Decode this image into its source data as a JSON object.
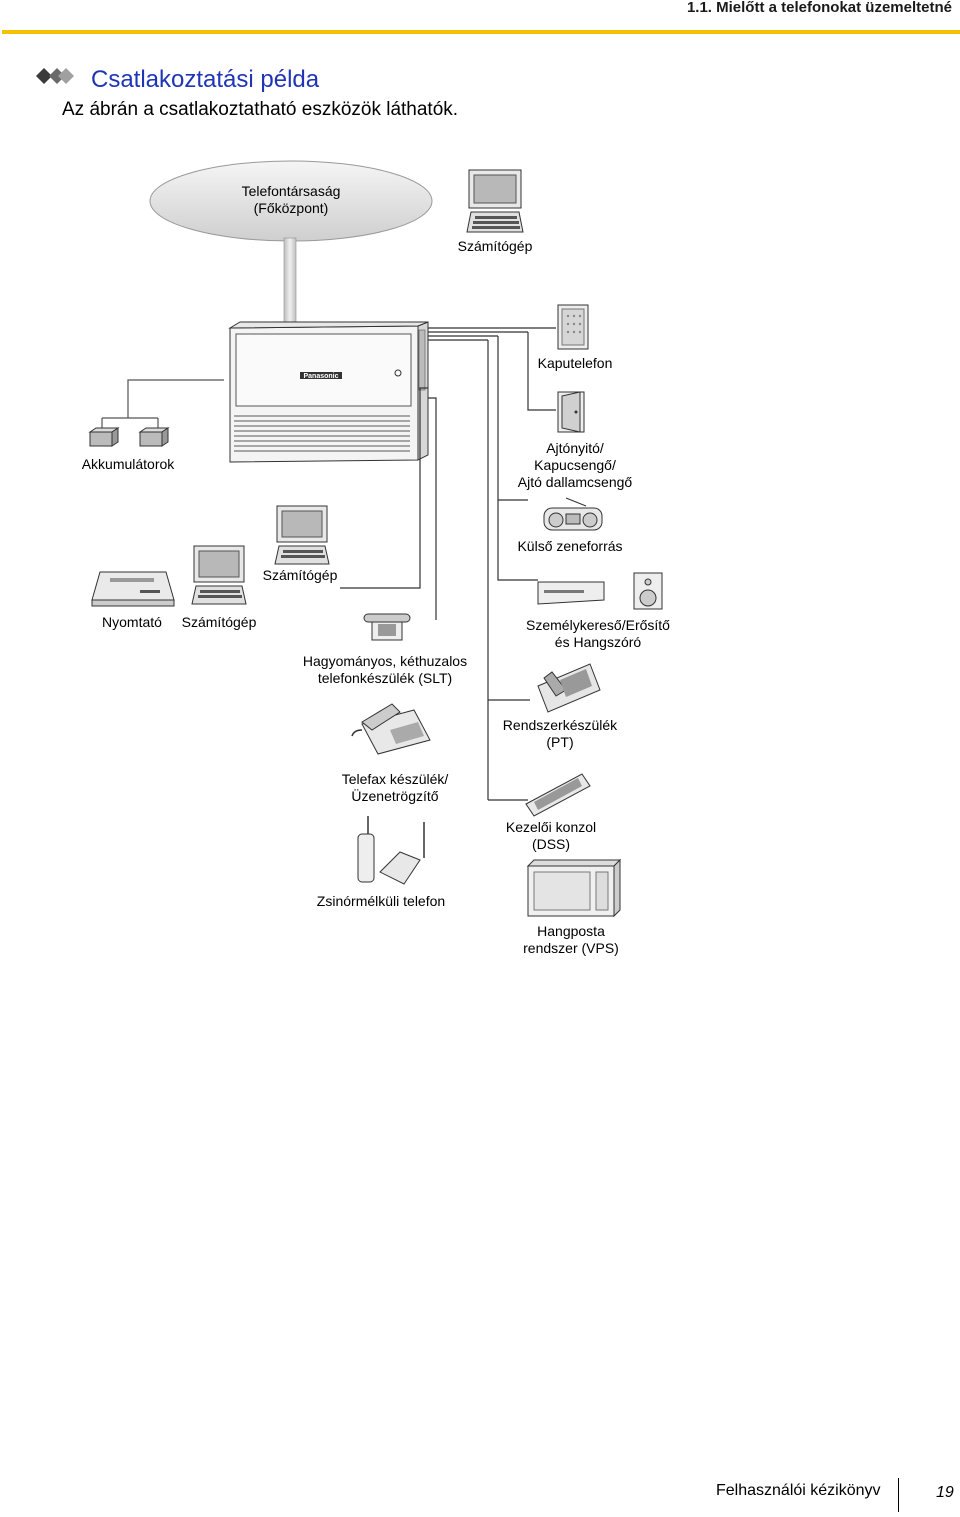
{
  "header": {
    "chapter_title": "1.1. Mielőtt a telefonokat üzemeltetné"
  },
  "section": {
    "title": "Csatlakoztatási példa",
    "intro": "Az ábrán a csatlakoztatható eszközök láthatók."
  },
  "diagram": {
    "central_office": [
      "Telefontársaság",
      "(Főközpont)"
    ],
    "pbx_brand": "Panasonic",
    "pc_top": "Számítógép",
    "doorphone": "Kaputelefon",
    "batteries": "Akkumulátorok",
    "door_opener": [
      "Ajtónyitó/",
      "Kapucsengő/",
      "Ajtó dallamcsengő"
    ],
    "external_music": "Külső zeneforrás",
    "pc_middle": "Számítógép",
    "printer": "Nyomtató",
    "pc_left": "Számítógép",
    "slt": [
      "Hagyományos, kéthuzalos",
      "telefonkészülék (SLT)"
    ],
    "paging": [
      "Személykereső/Erősítő",
      "és Hangszóró"
    ],
    "pt": [
      "Rendszerkészülék",
      "(PT)"
    ],
    "fax": [
      "Telefax készülék/",
      "Üzenetrögzítő"
    ],
    "dss": [
      "Kezelői konzol",
      "(DSS)"
    ],
    "cordless": "Zsinórmélküli telefon",
    "vps": [
      "Hangposta",
      "rendszer (VPS)"
    ]
  },
  "footer": {
    "manual_name": "Felhasználói kézikönyv",
    "page_number": "19"
  }
}
